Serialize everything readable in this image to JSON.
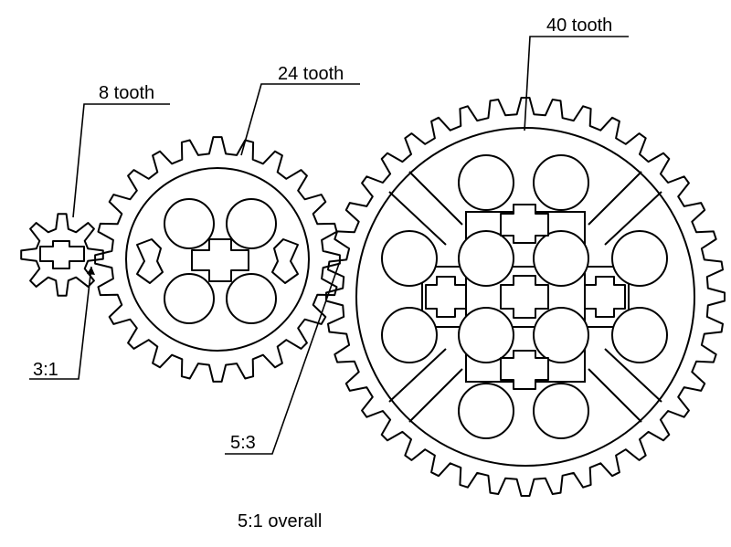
{
  "diagram": {
    "gears": [
      {
        "id": "small",
        "teeth": 8,
        "label": "8 tooth"
      },
      {
        "id": "medium",
        "teeth": 24,
        "label": "24 tooth"
      },
      {
        "id": "large",
        "teeth": 40,
        "label": "40 tooth"
      }
    ],
    "ratios": [
      {
        "id": "small-medium",
        "label": "3:1"
      },
      {
        "id": "medium-large",
        "label": "5:3"
      }
    ],
    "overall": "5:1 overall"
  }
}
